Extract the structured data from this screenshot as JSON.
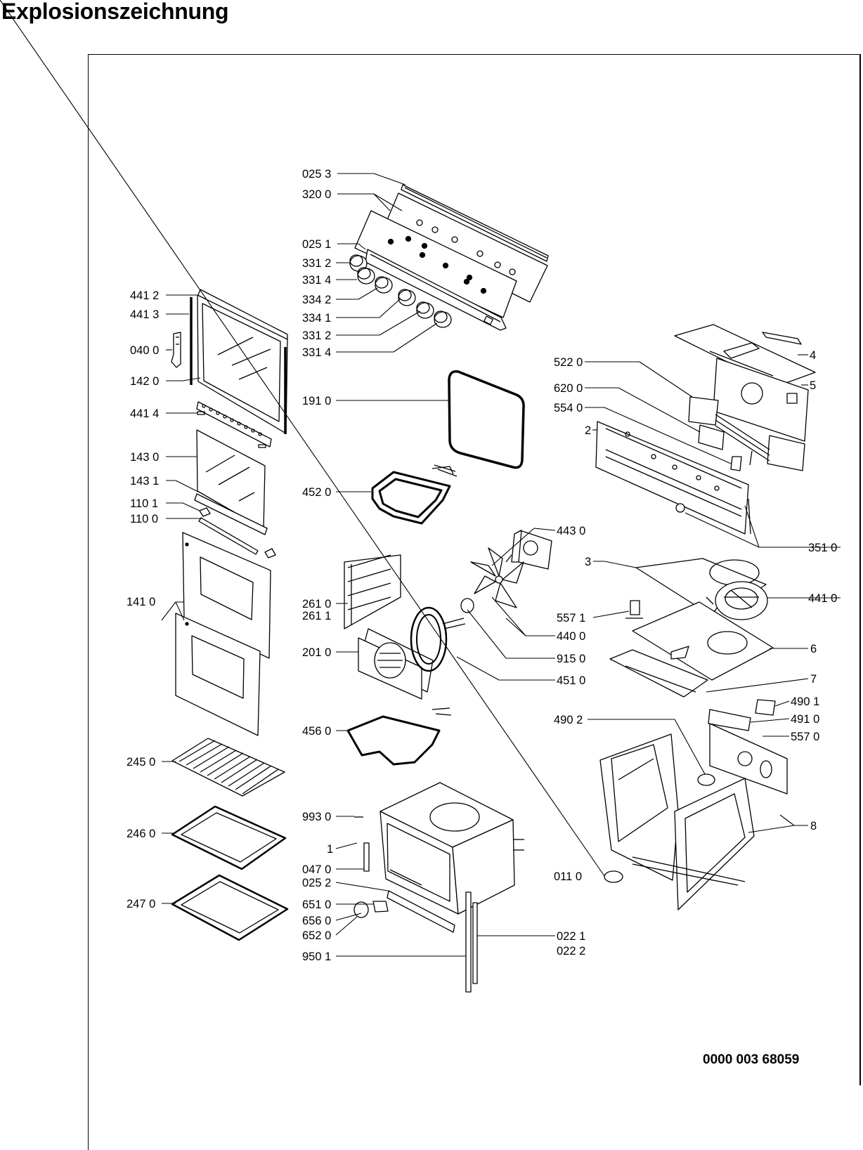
{
  "title": "Explosionszeichnung",
  "document_number": "0000 003 68059",
  "labels": {
    "l_0253": "025 3",
    "l_3200": "320 0",
    "l_0251": "025 1",
    "l_3312a": "331 2",
    "l_3314a": "331 4",
    "l_3342": "334 2",
    "l_3341": "334 1",
    "l_3312b": "331 2",
    "l_3314b": "331 4",
    "l_1910": "191 0",
    "l_4520": "452 0",
    "l_4412": "441 2",
    "l_4413": "441 3",
    "l_0400": "040 0",
    "l_1420": "142 0",
    "l_4414": "441 4",
    "l_1430": "143 0",
    "l_1431": "143 1",
    "l_1101": "110 1",
    "l_1100": "110 0",
    "l_1410": "141 0",
    "l_2450": "245 0",
    "l_2460": "246 0",
    "l_2470": "247 0",
    "l_2610": "261 0",
    "l_2611": "261 1",
    "l_2010": "201 0",
    "l_4560": "456 0",
    "l_9930": "993 0",
    "l_1": "1",
    "l_0470": "047 0",
    "l_0252": "025 2",
    "l_6510": "651 0",
    "l_6560": "656 0",
    "l_6520": "652 0",
    "l_9501": "950 1",
    "l_0221": "022 1",
    "l_0222": "022 2",
    "l_4430": "443 0",
    "l_4400": "440 0",
    "l_9150": "915 0",
    "l_4510": "451 0",
    "l_5571": "557 1",
    "l_5220": "522 0",
    "l_6200": "620 0",
    "l_5540": "554 0",
    "l_2": "2",
    "l_4": "4",
    "l_5": "5",
    "l_3510": "351 0",
    "l_3": "3",
    "l_4410": "441 0",
    "l_6": "6",
    "l_7": "7",
    "l_4901": "490 1",
    "l_4910": "491 0",
    "l_5570": "557 0",
    "l_4902": "490 2",
    "l_8": "8",
    "l_0110": "011 0"
  }
}
